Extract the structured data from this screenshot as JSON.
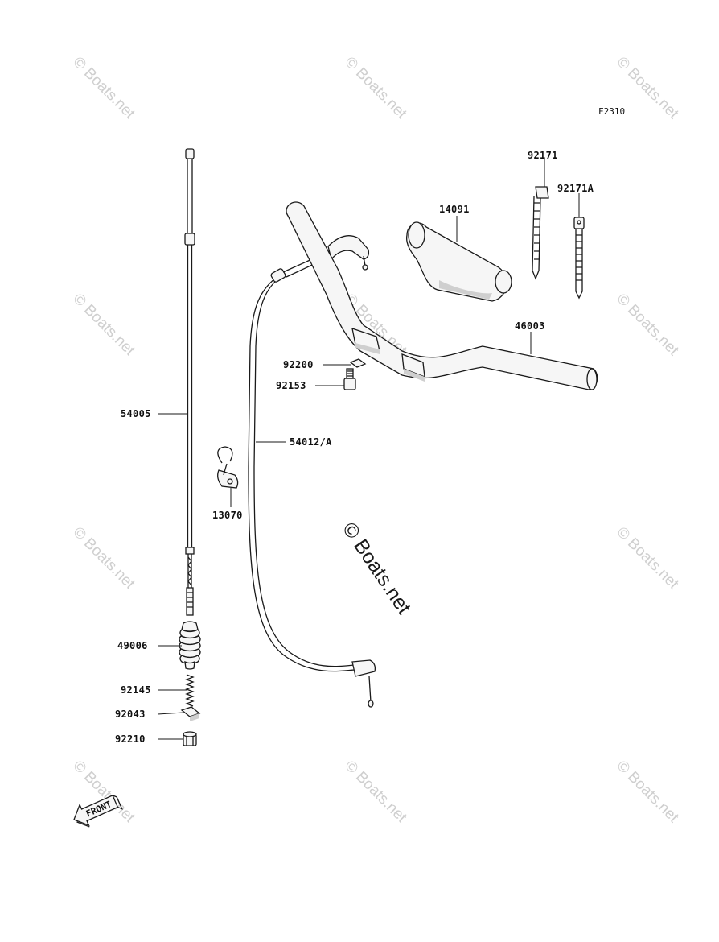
{
  "diagram_code": "F2310",
  "watermark": "© Boats.net",
  "front_label": "FRONT",
  "parts": {
    "p54005": "54005",
    "p49006": "49006",
    "p92145": "92145",
    "p92043": "92043",
    "p92210": "92210",
    "p13070": "13070",
    "p54012a": "54012/A",
    "p92200": "92200",
    "p92153": "92153",
    "p14091": "14091",
    "p92171": "92171",
    "p92171a": "92171A",
    "p46003": "46003"
  }
}
